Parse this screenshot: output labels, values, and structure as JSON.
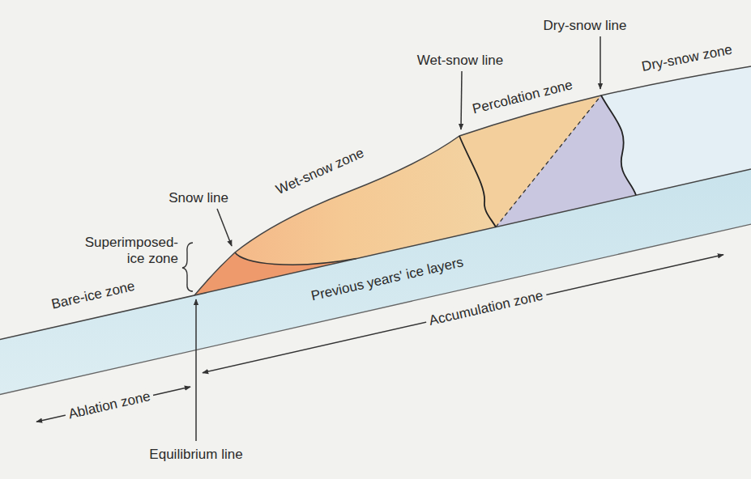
{
  "diagram": {
    "labels": [
      "Dry-snow line",
      "Wet-snow line",
      "Dry-snow zone",
      "Percolation zone",
      "Wet-snow zone",
      "Snow line",
      "Superimposed-ice zone",
      "Bare-ice zone",
      "Previous years' ice layers",
      "Accumulation zone",
      "Ablation zone",
      "Equilibrium line"
    ]
  }
}
